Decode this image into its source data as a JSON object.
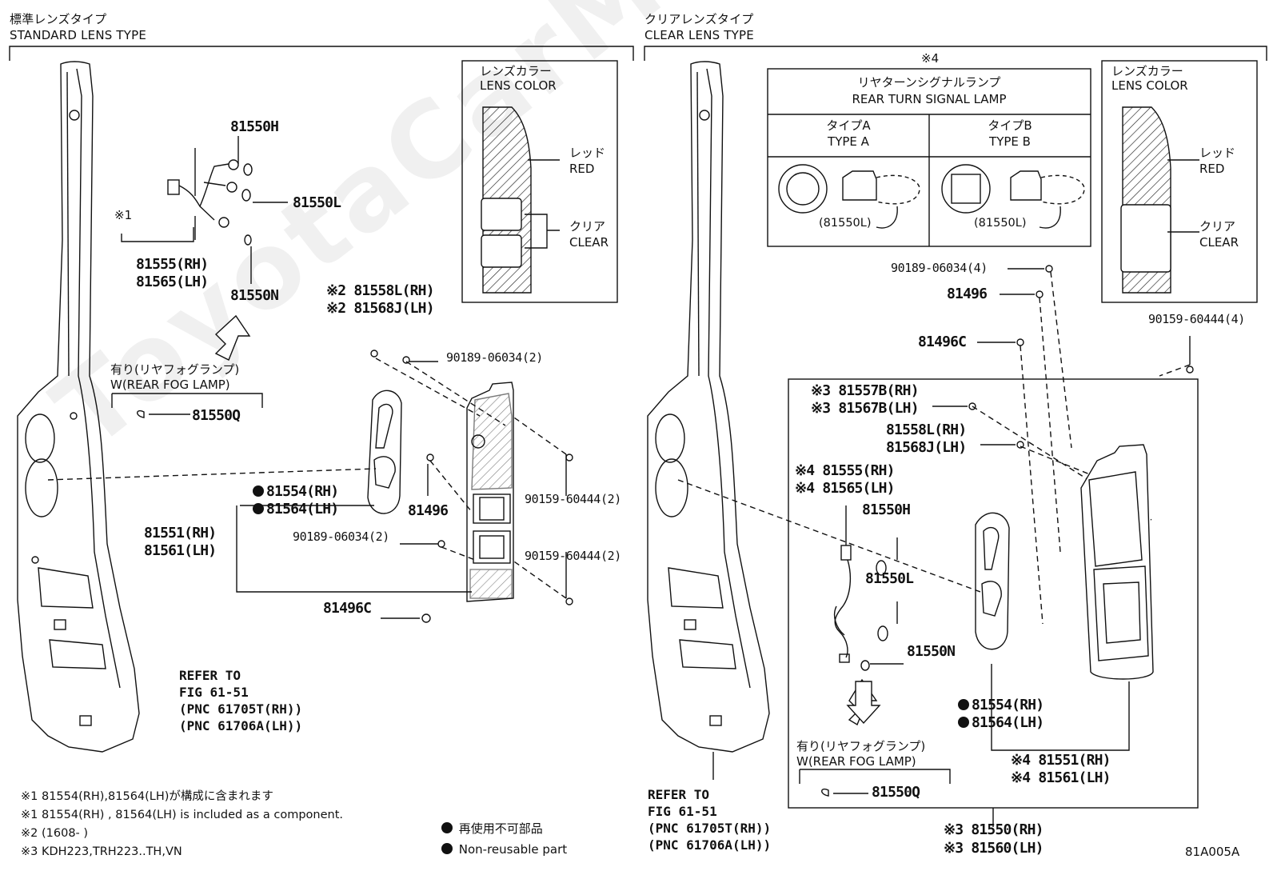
{
  "left": {
    "title_jp": "標準レンズタイプ",
    "title_en": "STANDARD LENS TYPE",
    "lens_color": {
      "title_jp": "レンズカラー",
      "title_en": "LENS COLOR",
      "red_jp": "レッド",
      "red_en": "RED",
      "clear_jp": "クリア",
      "clear_en": "CLEAR"
    },
    "fog": {
      "jp": "有り(リヤフォグランプ)",
      "en": "W(REAR FOG LAMP)"
    },
    "parts": {
      "p81550H": "81550H",
      "p81550L": "81550L",
      "mark1": "※1",
      "p81555": "81555(RH)",
      "p81565": "81565(LH)",
      "p81550N": "81550N",
      "p81558L": "※2 81558L(RH)",
      "p81568J": "※2 81568J(LH)",
      "p90189a": "90189-06034(2)",
      "p81550Q": "81550Q",
      "p81554": "81554(RH)",
      "p81564": "81564(LH)",
      "p81496": "81496",
      "p90159a": "90159-60444(2)",
      "p81551": "81551(RH)",
      "p81561": "81561(LH)",
      "p90189b": "90189-06034(2)",
      "p90159b": "90159-60444(2)",
      "p81496C": "81496C"
    },
    "refer": [
      "REFER TO",
      "FIG 61-51",
      "(PNC 61705T(RH))",
      "(PNC 61706A(LH))"
    ]
  },
  "right": {
    "title_jp": "クリアレンズタイプ",
    "title_en": "CLEAR LENS TYPE",
    "mark4": "※4",
    "turn": {
      "title_jp": "リヤターンシグナルランプ",
      "title_en": "REAR TURN SIGNAL LAMP",
      "typeA_jp": "タイプA",
      "typeA_en": "TYPE A",
      "typeB_jp": "タイプB",
      "typeB_en": "TYPE B",
      "bulbA": "(81550L)",
      "bulbB": "(81550L)"
    },
    "lens_color": {
      "title_jp": "レンズカラー",
      "title_en": "LENS COLOR",
      "red_jp": "レッド",
      "red_en": "RED",
      "clear_jp": "クリア",
      "clear_en": "CLEAR"
    },
    "parts": {
      "p90189": "90189-06034(4)",
      "p81496": "81496",
      "p81496C": "81496C",
      "p90159": "90159-60444(4)",
      "p81557B": "※3 81557B(RH)",
      "p81567B": "※3 81567B(LH)",
      "p81558L": "81558L(RH)",
      "p81568J": "81568J(LH)",
      "p81555": "※4 81555(RH)",
      "p81565": "※4 81565(LH)",
      "p81550H": "81550H",
      "p81550L": "81550L",
      "p81550N": "81550N",
      "p81554": "81554(RH)",
      "p81564": "81564(LH)",
      "p81551": "※4 81551(RH)",
      "p81561": "※4 81561(LH)",
      "p81550Q": "81550Q",
      "p81550": "※3 81550(RH)",
      "p81560": "※3 81560(LH)"
    },
    "fog": {
      "jp": "有り(リヤフォグランプ)",
      "en": "W(REAR FOG LAMP)"
    },
    "refer": [
      "REFER TO",
      "FIG 61-51",
      "(PNC 61705T(RH))",
      "(PNC 61706A(LH))"
    ]
  },
  "notes": [
    "※1 81554(RH),81564(LH)が構成に含まれます",
    "※1 81554(RH) , 81564(LH) is included as a component.",
    "※2 (1608-        )",
    "※3 KDH223,TRH223..TH,VN"
  ],
  "legend": {
    "jp": "再使用不可部品",
    "en": "Non-reusable part"
  },
  "figure_code": "81A005A",
  "watermark": "ToyotaCarMiner.ru"
}
